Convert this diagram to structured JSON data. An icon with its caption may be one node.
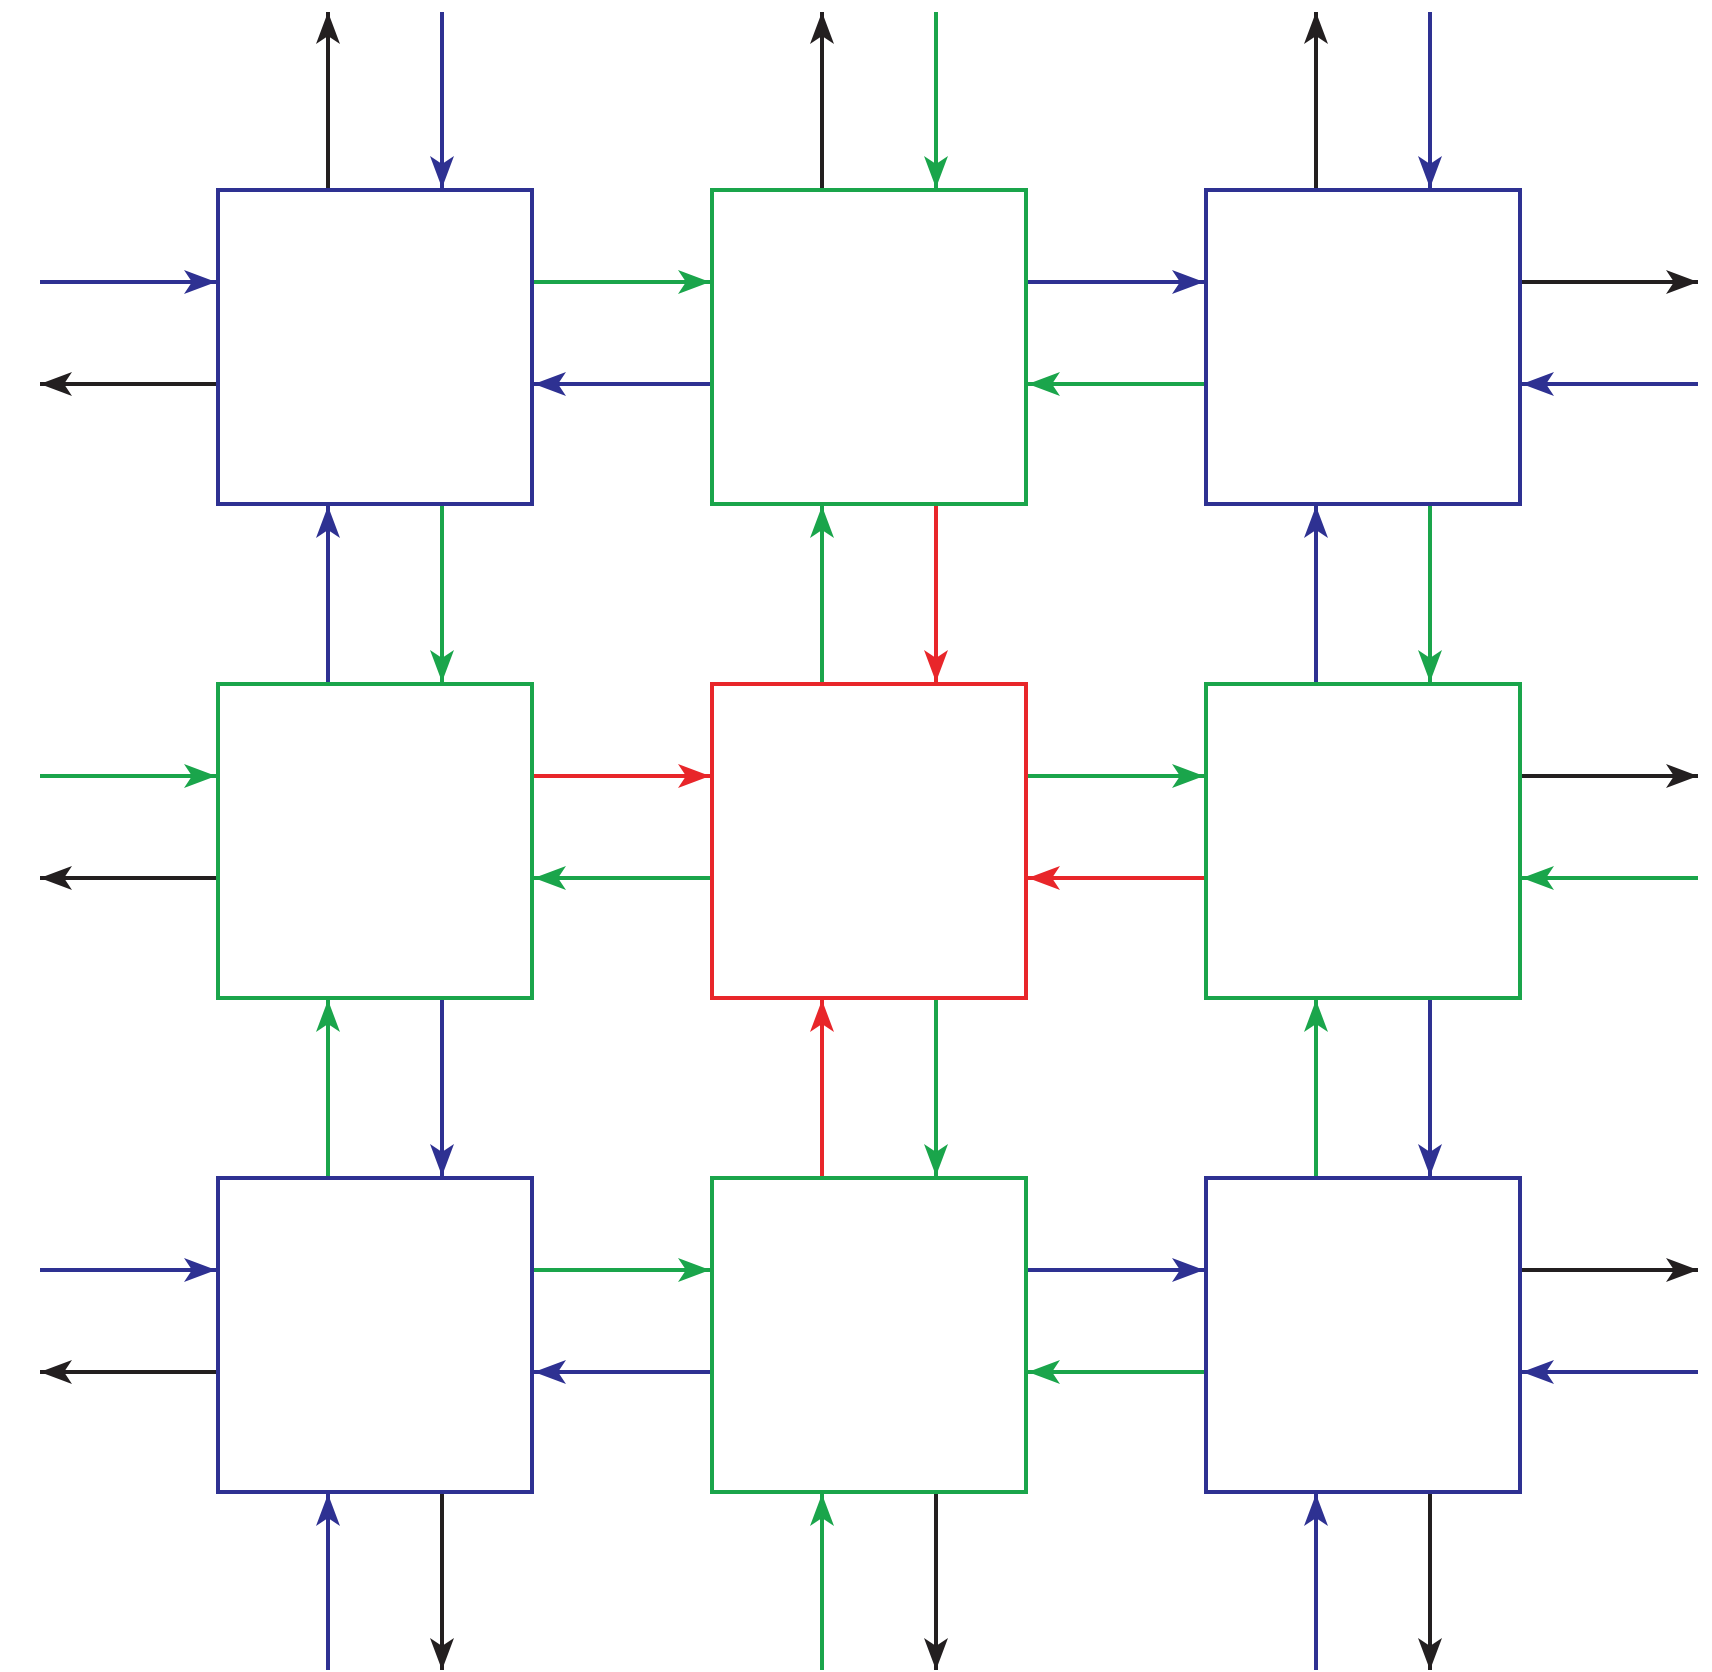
{
  "diagram": {
    "nodes": [
      {
        "text": [],
        "shape": "box"
      },
      {
        "text": [],
        "shape": "box"
      },
      {
        "text": [],
        "shape": "box"
      },
      {
        "text": [],
        "shape": "box"
      },
      {
        "text": [],
        "shape": "box"
      },
      {
        "text": [],
        "shape": "box"
      },
      {
        "text": [],
        "shape": "box"
      },
      {
        "text": [],
        "shape": "box"
      },
      {
        "text": [],
        "shape": "box"
      }
    ],
    "edges": [
      {
        "from": 0,
        "to": null,
        "arrow": "to",
        "color": "#231f20"
      },
      {
        "from": null,
        "to": 0,
        "arrow": "to",
        "color": "#2e3192"
      },
      {
        "from": 1,
        "to": null,
        "arrow": "to",
        "color": "#231f20"
      },
      {
        "from": null,
        "to": 1,
        "arrow": "to",
        "color": "#1aa54b"
      },
      {
        "from": 2,
        "to": null,
        "arrow": "to",
        "color": "#231f20"
      },
      {
        "from": null,
        "to": 2,
        "arrow": "to",
        "color": "#2e3192"
      },
      {
        "from": null,
        "to": 0,
        "arrow": "to",
        "color": "#2e3192"
      },
      {
        "from": 0,
        "to": null,
        "arrow": "to",
        "color": "#231f20"
      },
      {
        "from": 0,
        "to": 1,
        "arrow": "to",
        "color": "#1aa54b"
      },
      {
        "from": 1,
        "to": 0,
        "arrow": "to",
        "color": "#2e3192"
      },
      {
        "from": 1,
        "to": 2,
        "arrow": "to",
        "color": "#2e3192"
      },
      {
        "from": 2,
        "to": 1,
        "arrow": "to",
        "color": "#1aa54b"
      },
      {
        "from": 2,
        "to": null,
        "arrow": "to",
        "color": "#231f20"
      },
      {
        "from": null,
        "to": 2,
        "arrow": "to",
        "color": "#2e3192"
      },
      {
        "from": 3,
        "to": 0,
        "arrow": "to",
        "color": "#2e3192"
      },
      {
        "from": 0,
        "to": 3,
        "arrow": "to",
        "color": "#1aa54b"
      },
      {
        "from": 4,
        "to": 1,
        "arrow": "to",
        "color": "#1aa54b"
      },
      {
        "from": 1,
        "to": 4,
        "arrow": "to",
        "color": "#e8262a"
      },
      {
        "from": 5,
        "to": 2,
        "arrow": "to",
        "color": "#2e3192"
      },
      {
        "from": 2,
        "to": 5,
        "arrow": "to",
        "color": "#1aa54b"
      },
      {
        "from": null,
        "to": 3,
        "arrow": "to",
        "color": "#1aa54b"
      },
      {
        "from": 3,
        "to": null,
        "arrow": "to",
        "color": "#231f20"
      },
      {
        "from": 3,
        "to": 4,
        "arrow": "to",
        "color": "#e8262a"
      },
      {
        "from": 4,
        "to": 3,
        "arrow": "to",
        "color": "#1aa54b"
      },
      {
        "from": 4,
        "to": 5,
        "arrow": "to",
        "color": "#1aa54b"
      },
      {
        "from": 5,
        "to": 4,
        "arrow": "to",
        "color": "#e8262a"
      },
      {
        "from": 5,
        "to": null,
        "arrow": "to",
        "color": "#231f20"
      },
      {
        "from": null,
        "to": 5,
        "arrow": "to",
        "color": "#1aa54b"
      },
      {
        "from": 6,
        "to": 3,
        "arrow": "to",
        "color": "#1aa54b"
      },
      {
        "from": 3,
        "to": 6,
        "arrow": "to",
        "color": "#2e3192"
      },
      {
        "from": 7,
        "to": 4,
        "arrow": "to",
        "color": "#e8262a"
      },
      {
        "from": 4,
        "to": 7,
        "arrow": "to",
        "color": "#1aa54b"
      },
      {
        "from": 8,
        "to": 5,
        "arrow": "to",
        "color": "#1aa54b"
      },
      {
        "from": 5,
        "to": 8,
        "arrow": "to",
        "color": "#2e3192"
      },
      {
        "from": null,
        "to": 6,
        "arrow": "to",
        "color": "#2e3192"
      },
      {
        "from": 6,
        "to": null,
        "arrow": "to",
        "color": "#231f20"
      },
      {
        "from": 6,
        "to": 7,
        "arrow": "to",
        "color": "#1aa54b"
      },
      {
        "from": 7,
        "to": 6,
        "arrow": "to",
        "color": "#2e3192"
      },
      {
        "from": 7,
        "to": 8,
        "arrow": "to",
        "color": "#2e3192"
      },
      {
        "from": 8,
        "to": 7,
        "arrow": "to",
        "color": "#1aa54b"
      },
      {
        "from": 8,
        "to": null,
        "arrow": "to",
        "color": "#231f20"
      },
      {
        "from": null,
        "to": 8,
        "arrow": "to",
        "color": "#2e3192"
      },
      {
        "from": null,
        "to": 6,
        "arrow": "to",
        "color": "#2e3192"
      },
      {
        "from": 6,
        "to": null,
        "arrow": "to",
        "color": "#231f20"
      },
      {
        "from": null,
        "to": 7,
        "arrow": "to",
        "color": "#1aa54b"
      },
      {
        "from": 7,
        "to": null,
        "arrow": "to",
        "color": "#231f20"
      },
      {
        "from": null,
        "to": 8,
        "arrow": "to",
        "color": "#2e3192"
      },
      {
        "from": 8,
        "to": null,
        "arrow": "to",
        "color": "#231f20"
      }
    ]
  }
}
